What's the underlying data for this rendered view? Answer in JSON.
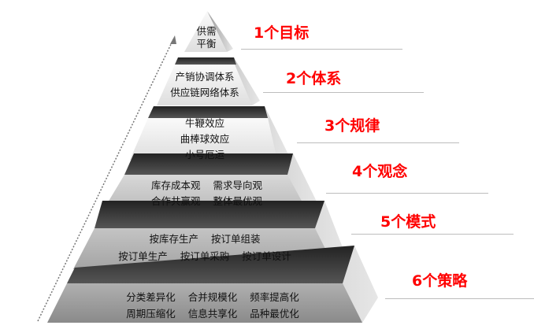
{
  "tiers": [
    {
      "label": "1个目标",
      "items": [
        "供需",
        "平衡"
      ]
    },
    {
      "label": "2个体系",
      "items": [
        "产销协调体系",
        "供应链网络体系"
      ]
    },
    {
      "label": "3个规律",
      "items": [
        "牛鞭效应",
        "曲棒球效应",
        "小号厄运"
      ]
    },
    {
      "label": "4个观念",
      "rows": [
        [
          "库存成本观",
          "需求导向观"
        ],
        [
          "合作共赢观",
          "整体最优观"
        ]
      ]
    },
    {
      "label": "5个模式",
      "rows": [
        [
          "按库存生产",
          "按订单组装"
        ],
        [
          "按订单生产",
          "按订单采购",
          "按订单设计"
        ]
      ]
    },
    {
      "label": "6个策略",
      "rows": [
        [
          "分类差异化",
          "合并规模化",
          "频率提高化"
        ],
        [
          "周期压缩化",
          "信息共享化",
          "品种最优化"
        ]
      ]
    }
  ],
  "colors": {
    "label": "#ff0000",
    "band": "#333333"
  }
}
